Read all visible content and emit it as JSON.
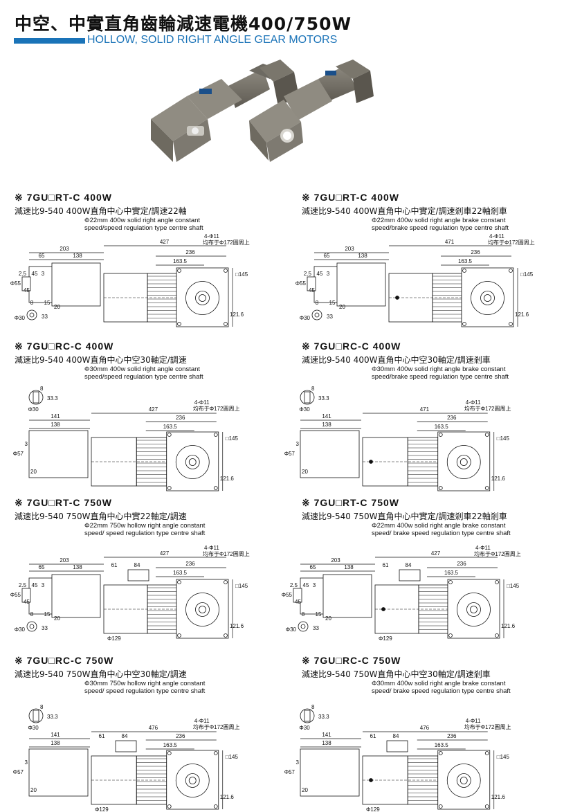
{
  "header": {
    "title_zh": "中空、中實直角齒輪減速電機400/750W",
    "title_en": "HOLLOW, SOLID RIGHT ANGLE GEAR MOTORS"
  },
  "sections": [
    {
      "model": "※ 7GU□RT-C 400W",
      "zh": "減速比9-540  400W直角中心中實定/調速22軸",
      "en1": "Φ22mm 400w solid right angle constant",
      "en2": "speed/speed regulation type centre shaft",
      "type": "RT",
      "length": "427"
    },
    {
      "model": "※ 7GU□RT-C 400W",
      "zh": "減速比9-540  400W直角中心中實定/調速剎車22軸剎車",
      "en1": "Φ22mm 400w solid right angle brake constant",
      "en2": "speed/brake speed regulation type centre shaft",
      "type": "RT",
      "length": "471"
    },
    {
      "model": "※ 7GU□RC-C 400W",
      "zh": "減速比9-540  400W直角中心中空30軸定/調速",
      "en1": "Φ30mm 400w solid right angle  constant",
      "en2": "speed/speed regulation type centre shaft",
      "type": "RC",
      "length": "427"
    },
    {
      "model": "※ 7GU□RC-C 400W",
      "zh": "減速比9-540  400W直角中心中空30軸定/調速剎車",
      "en1": "Φ30mm 400w solid right angle brake constant",
      "en2": "speed/brake speed regulation type centre shaft",
      "type": "RC",
      "length": "471"
    },
    {
      "model": "※ 7GU□RT-C 750W",
      "zh": "減速比9-540  750W直角中心中實22軸定/調速",
      "en1": "Φ22mm 750w hollow right angle constant",
      "en2": "speed/ speed regulation type centre shaft",
      "type": "RT",
      "length": "427"
    },
    {
      "model": "※ 7GU□RT-C 750W",
      "zh": "減速比9-540  750W直角中心中實定/調速剎車22軸剎車",
      "en1": "Φ22mm 400w solid right angle brake constant",
      "en2": "speed/ brake speed regulation type centre shaft",
      "type": "RT",
      "length": "427"
    },
    {
      "model": "※ 7GU□RC-C 750W",
      "zh": "減速比9-540  750W直角中心中空30軸定/調速",
      "en1": "Φ30mm 750w hollow  right angle constant",
      "en2": "speed/ speed regulation type centre shaft",
      "type": "RC",
      "length": "476"
    },
    {
      "model": "※ 7GU□RC-C 750W",
      "zh": "減速比9-540  750W直角中心中空30軸定/調速剎車",
      "en1": "Φ30mm 400w solid  right angle brake constant",
      "en2": "speed/ brake speed regulation type centre shaft",
      "type": "RC",
      "length": "476"
    }
  ],
  "dims": {
    "d203": "203",
    "d65": "65",
    "d138": "138",
    "d141": "141",
    "d236": "236",
    "d1635": "163.5",
    "holes": "4-Φ11",
    "pcd": "均布于Φ172圓周上",
    "sq145": "□145",
    "d1216": "121.6",
    "d25": "2.5",
    "d45": "45",
    "d3": "3",
    "phi55": "Φ55",
    "d45b": "45",
    "d8": "8",
    "d15": "15",
    "d20": "20",
    "phi30": "Φ30",
    "d33": "33",
    "d333": "33.3",
    "phi57": "Φ57",
    "d61": "61",
    "d84": "84",
    "phi129": "Φ129"
  },
  "colors": {
    "accent": "#1a73b8",
    "motor_body": "#7c786f",
    "line": "#111111"
  }
}
